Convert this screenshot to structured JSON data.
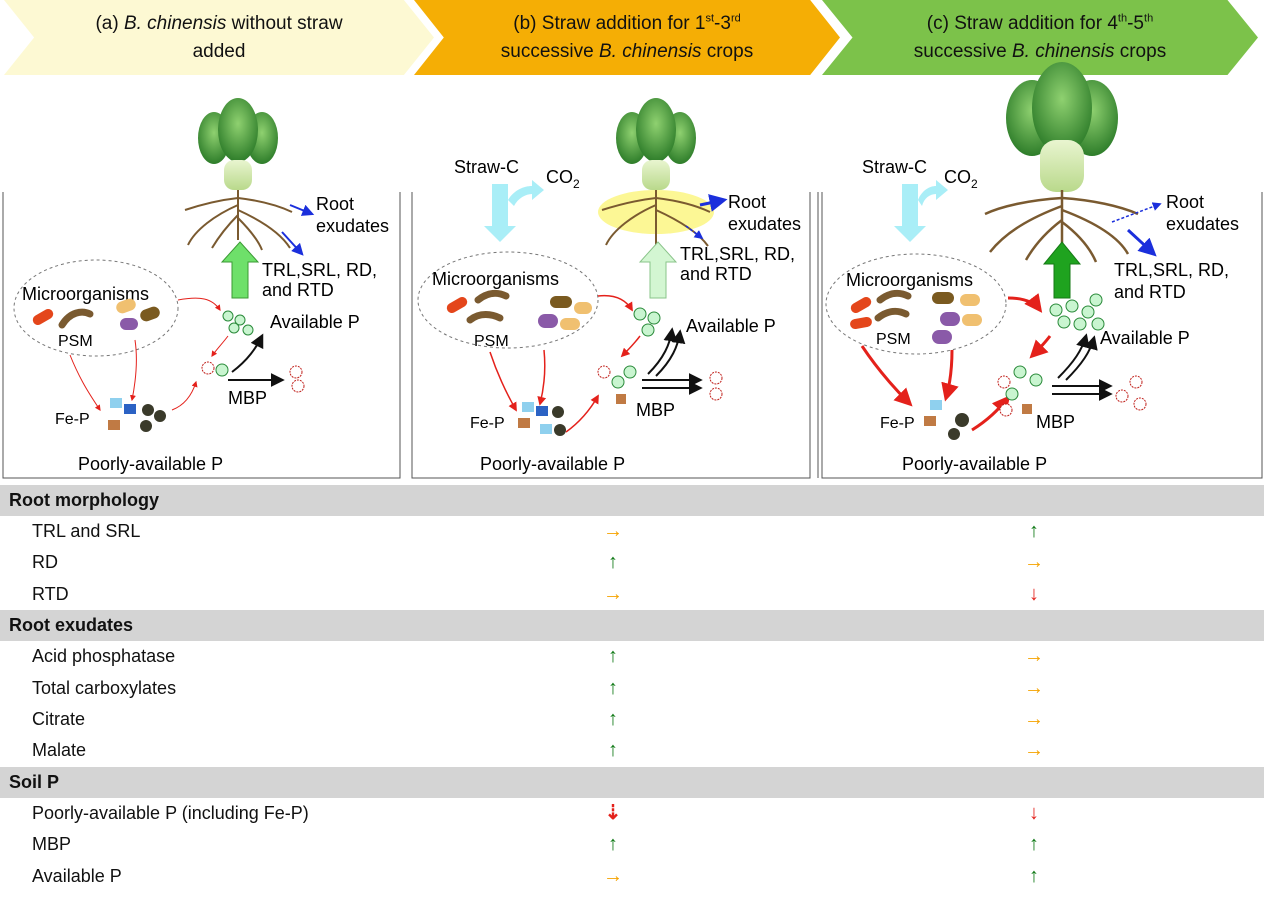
{
  "headers": {
    "a": {
      "l1_pre": "(a) ",
      "l1_it": "B. chinensis",
      "l1_post": " without straw",
      "l2": "added"
    },
    "b": {
      "l1": "(b) Straw addition for 1st-3rd",
      "l2_pre": "successive ",
      "l2_it": "B. chinensis",
      "l2_post": " crops"
    },
    "c": {
      "l1": "(c) Straw addition for 4th-5th",
      "l2_pre": "successive ",
      "l2_it": "B. chinensis",
      "l2_post": " crops"
    }
  },
  "panel_labels": {
    "straw_c": "Straw-C",
    "co2": "CO",
    "co2_sub": "2",
    "root": "Root",
    "exudates": "exudates",
    "morph_line1": "TRL,SRL, RD,",
    "morph_line2": "and RTD",
    "microorganisms": "Microorganisms",
    "psm": "PSM",
    "available_p": "Available P",
    "mbp": "MBP",
    "fe_p": "Fe-P",
    "poorly_available_p": "Poorly-available P"
  },
  "table": [
    {
      "section": "Root morphology",
      "rows": [
        {
          "name": "TRL and SRL",
          "b": "right",
          "c": "up"
        },
        {
          "name": "RD",
          "b": "up",
          "c": "right"
        },
        {
          "name": "RTD",
          "b": "right",
          "c": "down"
        }
      ]
    },
    {
      "section": "Root exudates",
      "rows": [
        {
          "name": "Acid phosphatase",
          "b": "up",
          "c": "right"
        },
        {
          "name": "Total carboxylates",
          "b": "up",
          "c": "right"
        },
        {
          "name": "Citrate",
          "b": "up",
          "c": "right"
        },
        {
          "name": "Malate",
          "b": "up",
          "c": "right"
        }
      ]
    },
    {
      "section": "Soil P",
      "rows": [
        {
          "name": "Poorly-available P (including Fe-P)",
          "b": "down-dotted",
          "c": "down"
        },
        {
          "name": "MBP",
          "b": "up",
          "c": "up"
        },
        {
          "name": "Available P",
          "b": "right",
          "c": "up"
        }
      ]
    }
  ],
  "colors": {
    "up": "#117a17",
    "down": "#e4211b",
    "right": "#f5a300",
    "chev_a": "#fdf9d3",
    "chev_b": "#f5ae05",
    "chev_c": "#7cc24a"
  }
}
